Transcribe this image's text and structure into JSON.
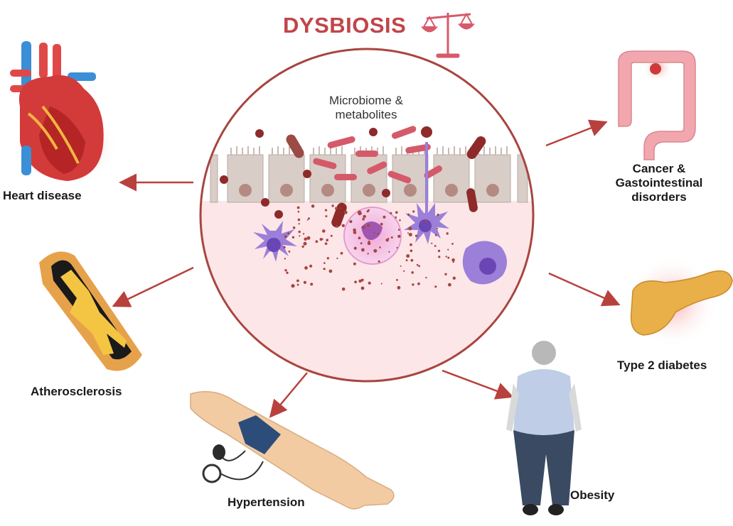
{
  "title": "DYSBIOSIS",
  "center_label": "Microbiome &\nmetabolites",
  "outcomes": {
    "heart": "Heart disease",
    "cancer": "Cancer &\nGastointestinal\ndisorders",
    "athero": "Atherosclerosis",
    "diabetes": "Type 2 diabetes",
    "hypertension": "Hypertension",
    "obesity": "Obesity"
  },
  "colors": {
    "accent": "#c0454a",
    "arrow": "#b8413d",
    "circle_border": "#a8453f"
  }
}
